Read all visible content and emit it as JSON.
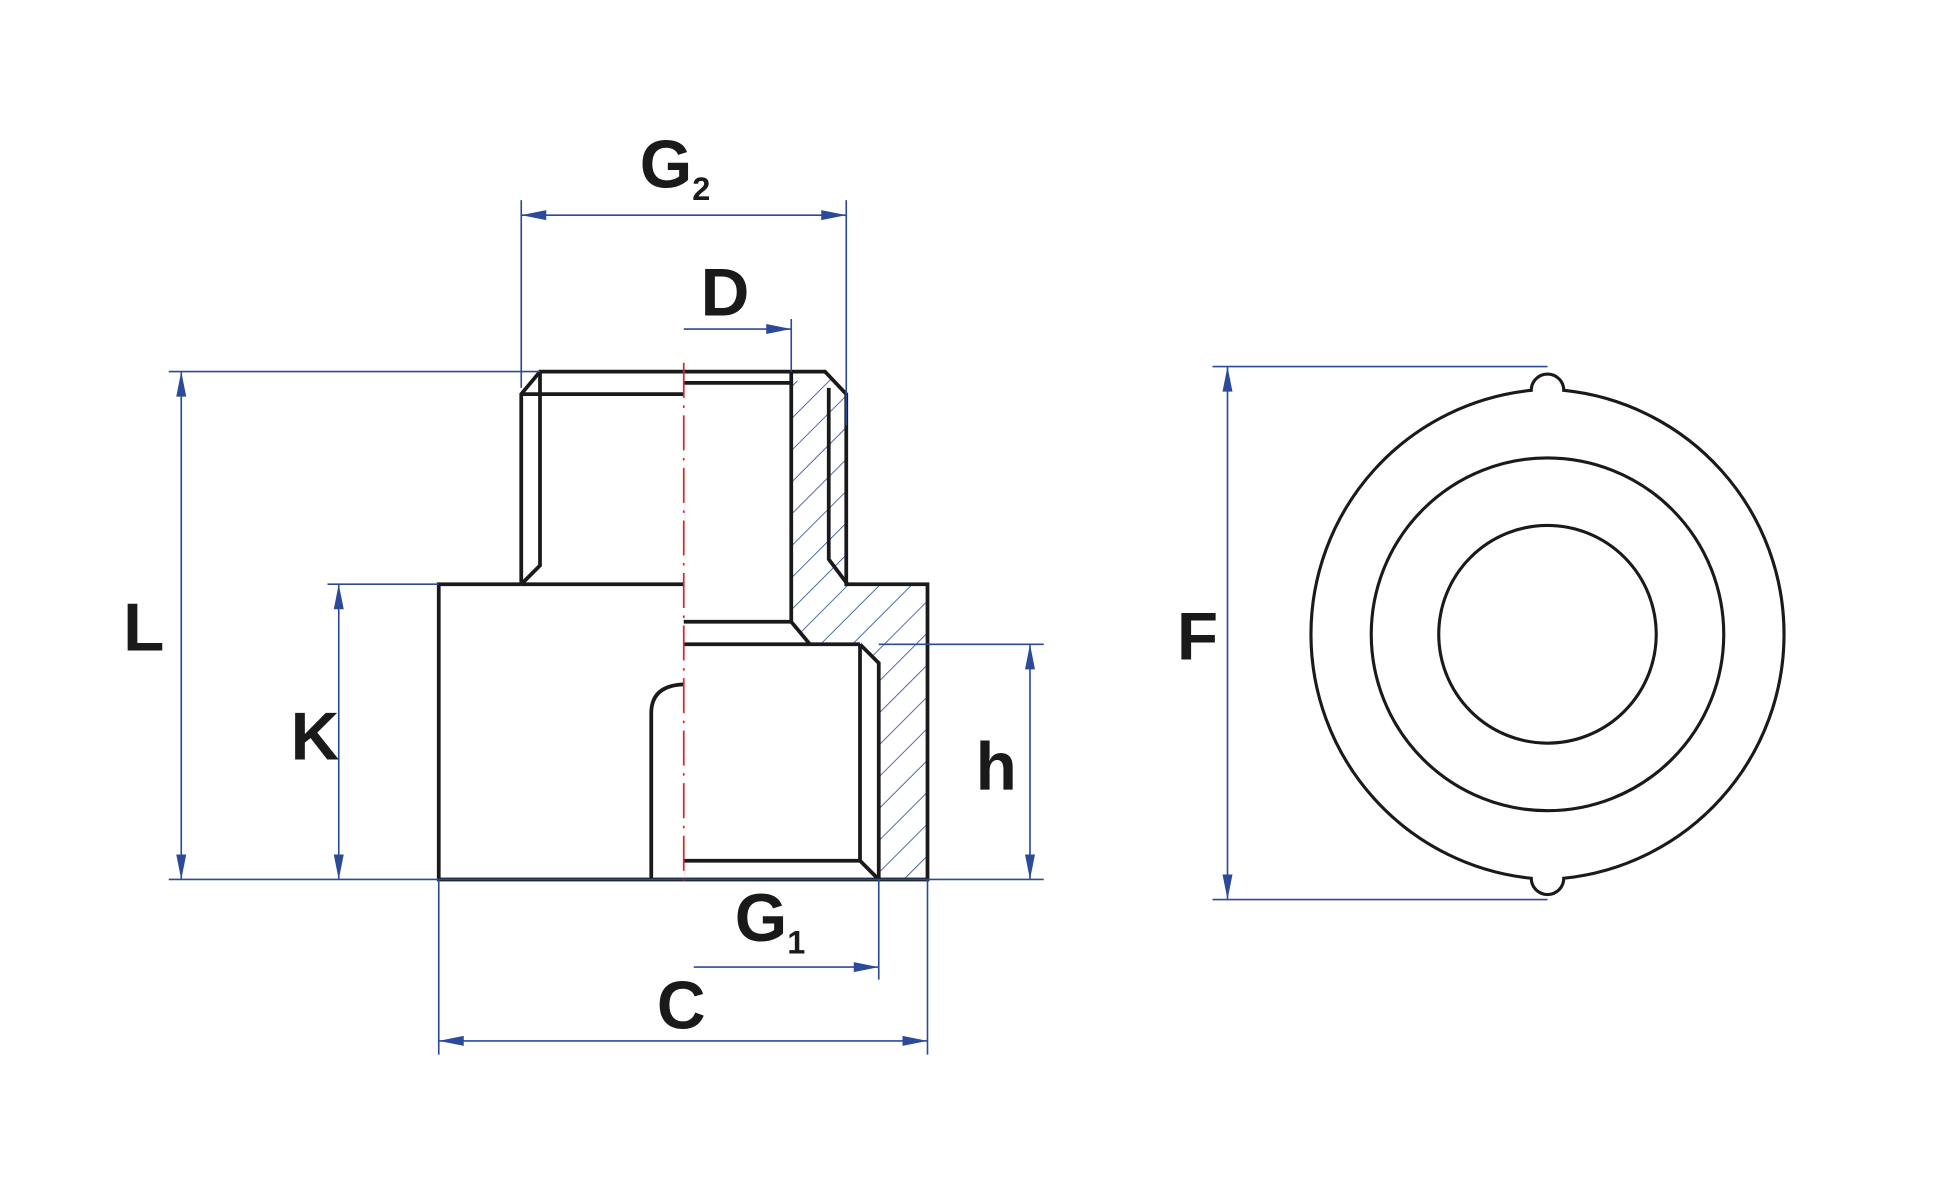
{
  "drawing": {
    "section_view": {
      "dimensions": {
        "G2": {
          "main": "G",
          "sub": "2"
        },
        "D": {
          "main": "D"
        },
        "L": {
          "main": "L"
        },
        "K": {
          "main": "K"
        },
        "h": {
          "main": "h"
        },
        "G1": {
          "main": "G",
          "sub": "1"
        },
        "C": {
          "main": "C"
        }
      }
    },
    "end_view": {
      "dimensions": {
        "F": {
          "main": "F"
        }
      }
    },
    "colors": {
      "outline": "#1a1a1a",
      "dimension": "#2b4a9a",
      "centerline": "#d42a2a"
    }
  }
}
